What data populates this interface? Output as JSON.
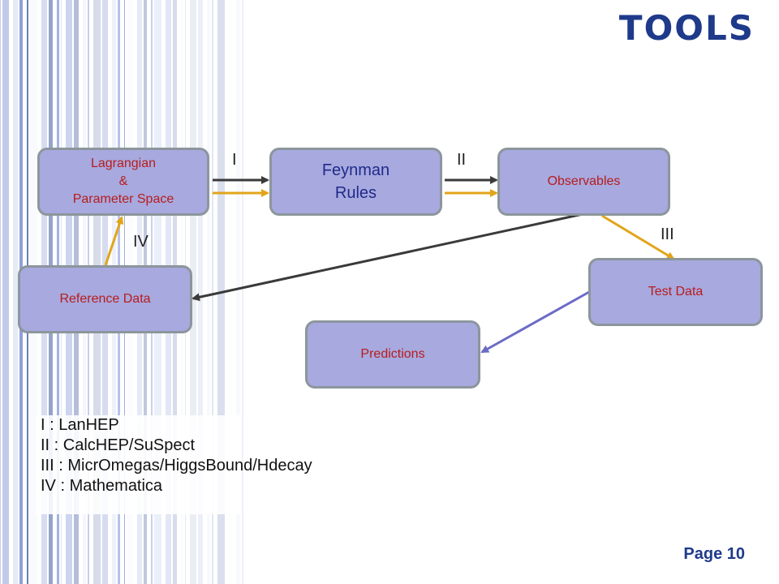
{
  "slide": {
    "title": "TOOLS",
    "page": "Page 10"
  },
  "boxes": {
    "lagrangian": "Lagrangian\n&\nParameter Space",
    "feynman": "Feynman\nRules",
    "observables": "Observables",
    "test_data": "Test Data",
    "reference_data": "Reference Data",
    "predictions": "Predictions"
  },
  "steps": {
    "i": "I",
    "ii": "II",
    "iii": "III",
    "iv": "IV"
  },
  "legend": [
    "I :   LanHEP",
    "II :  CalcHEP/SuSpect",
    "III : MicrOmegas/HiggsBound/Hdecay",
    "IV : Mathematica"
  ],
  "colors": {
    "title": "#1f3a8a",
    "box_fill": "#a7a9df",
    "arrow_dark": "#3a3a3a",
    "arrow_gold": "#e2a51a",
    "arrow_purple": "#6b6bc6"
  }
}
